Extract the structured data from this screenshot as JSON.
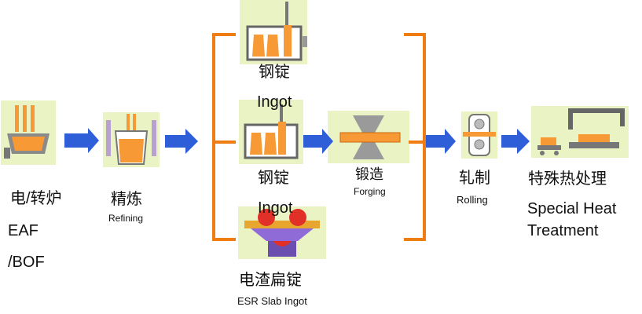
{
  "steps": {
    "eaf": {
      "zh": "电/转炉",
      "en_line1": "EAF",
      "en_line2": "/BOF"
    },
    "refining": {
      "zh": "精炼",
      "en": "Refining"
    },
    "ingot_top": {
      "zh": "钢锭",
      "en": "Ingot"
    },
    "ingot_mid": {
      "zh": "钢锭",
      "en": "Ingot"
    },
    "esr": {
      "zh": "电渣扁锭",
      "en": "ESR Slab Ingot"
    },
    "forging": {
      "zh": "锻造",
      "en": "Forging"
    },
    "rolling": {
      "zh": "轧制",
      "en": "Rolling"
    },
    "heat": {
      "zh": "特殊热处理",
      "en_line1": "Special Heat",
      "en_line2": "Treatment"
    }
  },
  "colors": {
    "tile": "#eaf3c4",
    "arrow": "#2f5fd8",
    "bracket": "#f07d12",
    "metal": "#f79a35",
    "frame": "#666666"
  }
}
